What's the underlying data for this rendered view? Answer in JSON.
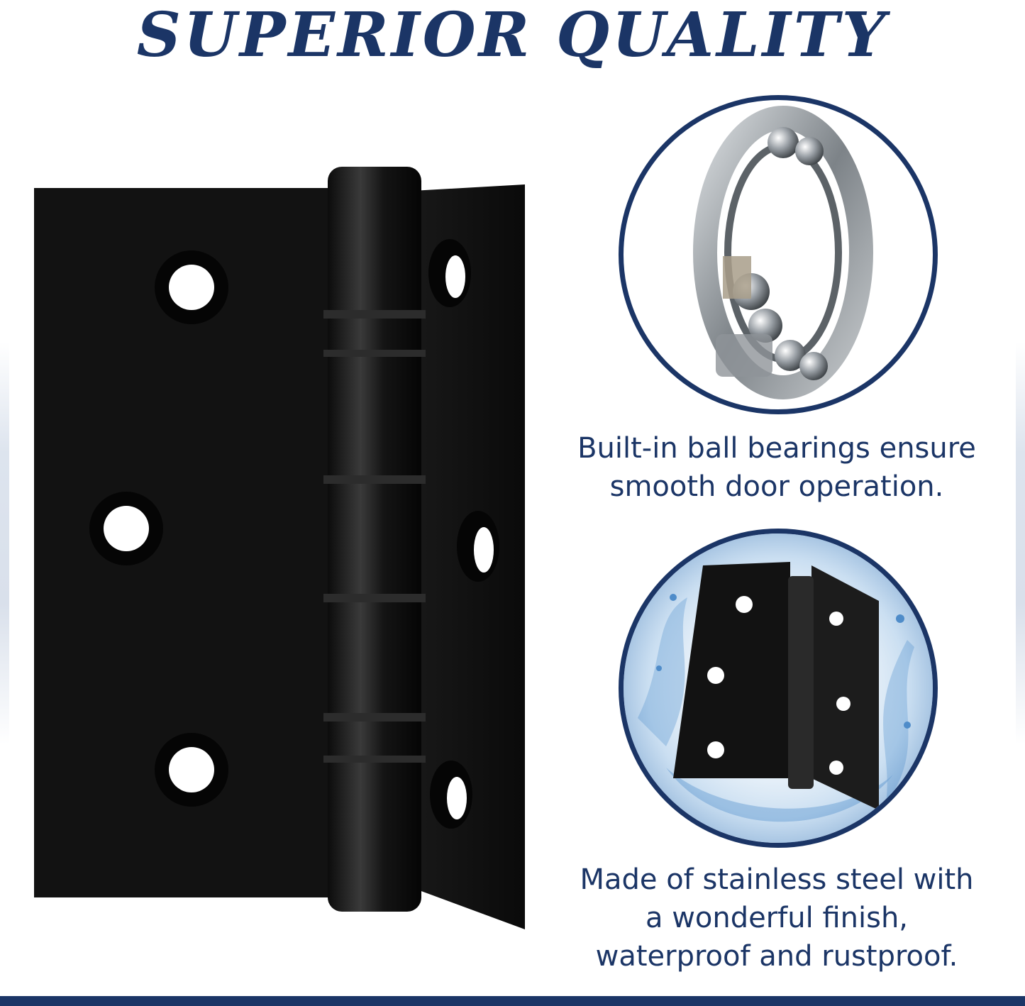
{
  "headline": "SUPERIOR QUALITY",
  "features": [
    {
      "caption": "Built-in ball bearings ensure\nsmooth door operation.",
      "icon": "ball-bearing-image"
    },
    {
      "caption": "Made of stainless steel with\na wonderful finish,\nwaterproof and rustproof.",
      "icon": "hinge-with-water-splash-image"
    }
  ],
  "colors": {
    "brand_navy": "#1b3566",
    "hinge_black": "#111111",
    "background_band": "#dde4ee"
  }
}
